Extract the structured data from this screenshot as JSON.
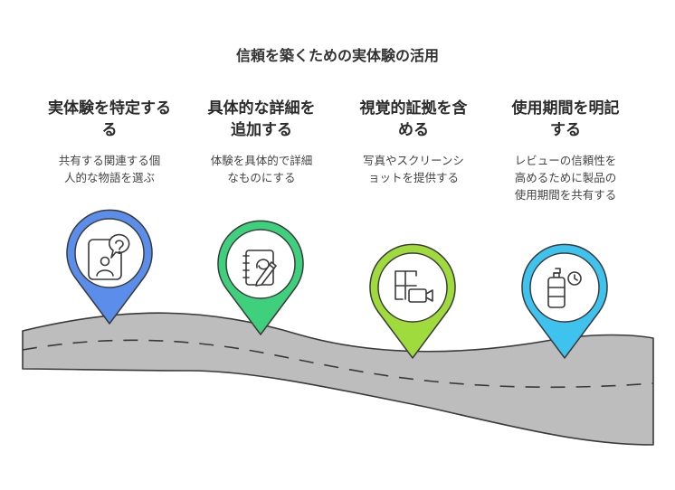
{
  "title": "信頼を築くための実体験の活用",
  "steps": [
    {
      "heading_lines": [
        "実体験を特定する",
        "る"
      ],
      "desc_lines": [
        "共有する関連する個",
        "人的な物語を選ぶ"
      ],
      "icon": "person-speech-question-icon",
      "color": "#5b8dea"
    },
    {
      "heading_lines": [
        "具体的な詳細を",
        "追加する"
      ],
      "desc_lines": [
        "体験を具体的で詳細",
        "なものにする"
      ],
      "icon": "notebook-pen-icon",
      "color": "#3fd07e"
    },
    {
      "heading_lines": [
        "視覚的証拠を含",
        "める"
      ],
      "desc_lines": [
        "写真やスクリーンシ",
        "ョットを提供する"
      ],
      "icon": "photo-video-icon",
      "color": "#9fdb3c"
    },
    {
      "heading_lines": [
        "使用期間を明記",
        "する"
      ],
      "desc_lines": [
        "レビューの信頼性を",
        "高めるために製品の",
        "使用期間を共有する"
      ],
      "icon": "bottle-clock-icon",
      "color": "#3ec2ee"
    }
  ]
}
